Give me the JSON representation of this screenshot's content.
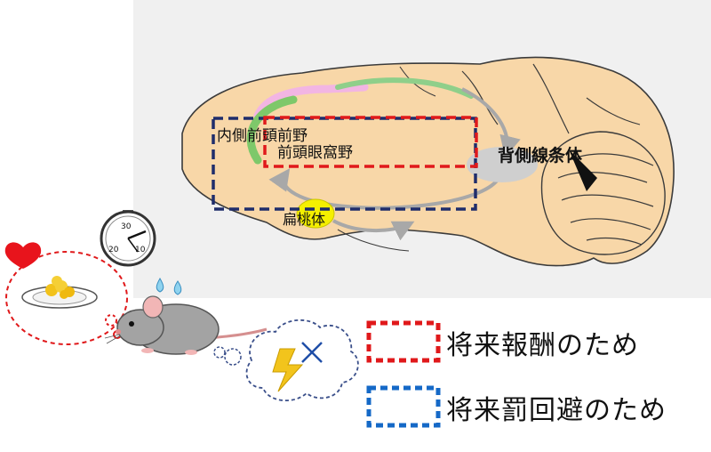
{
  "labels": {
    "medial_prefrontal": "内側前頭前野",
    "orbitofrontal": "前頭眼窩野",
    "dorsal_striatum": "背側線条体",
    "amygdala": "扁桃体"
  },
  "timer": {
    "tick_30": "30",
    "tick_20": "20",
    "tick_10": "10"
  },
  "legend": {
    "reward_text": "将来報酬のため",
    "avoid_text": "将来罰回避のため"
  },
  "colors": {
    "background_panel": "#f0f0f0",
    "brain_fill": "#f8d7a8",
    "reward_box": "#e0191b",
    "avoid_box_brain": "#1f2d6b",
    "avoid_box_legend": "#1569c7",
    "green_path": "#7ec86a",
    "pink_path": "#f2b5e3",
    "gray_path": "#a8a8a8",
    "amygdala": "#f5f000",
    "striatum": "#cfcfcf"
  },
  "icons": [
    "heart-icon",
    "food-plate-icon",
    "stopwatch-icon",
    "mouse-icon",
    "lightning-icon",
    "cross-icon",
    "sweat-drop-icon"
  ]
}
